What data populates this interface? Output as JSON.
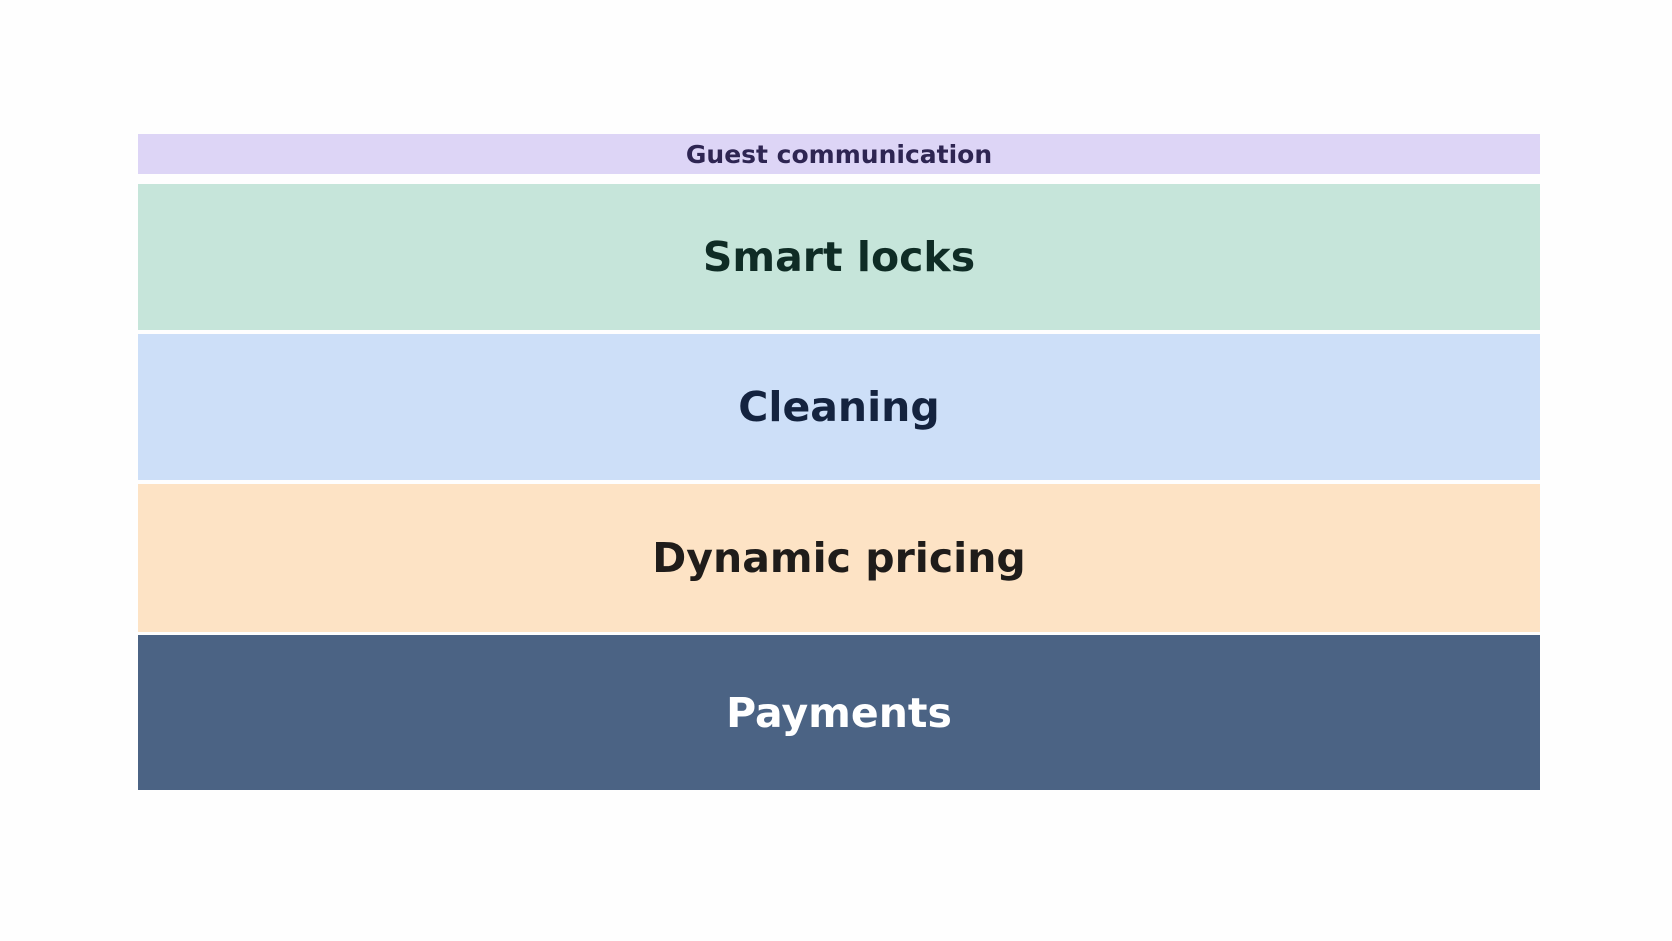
{
  "diagram": {
    "layers": [
      {
        "label": "Guest communication",
        "color": "#ddd5f6"
      },
      {
        "label": "Smart locks",
        "color": "#c6e5da"
      },
      {
        "label": "Cleaning",
        "color": "#cddff8"
      },
      {
        "label": "Dynamic pricing",
        "color": "#fde3c5"
      },
      {
        "label": "Payments",
        "color": "#4b6384"
      }
    ]
  }
}
